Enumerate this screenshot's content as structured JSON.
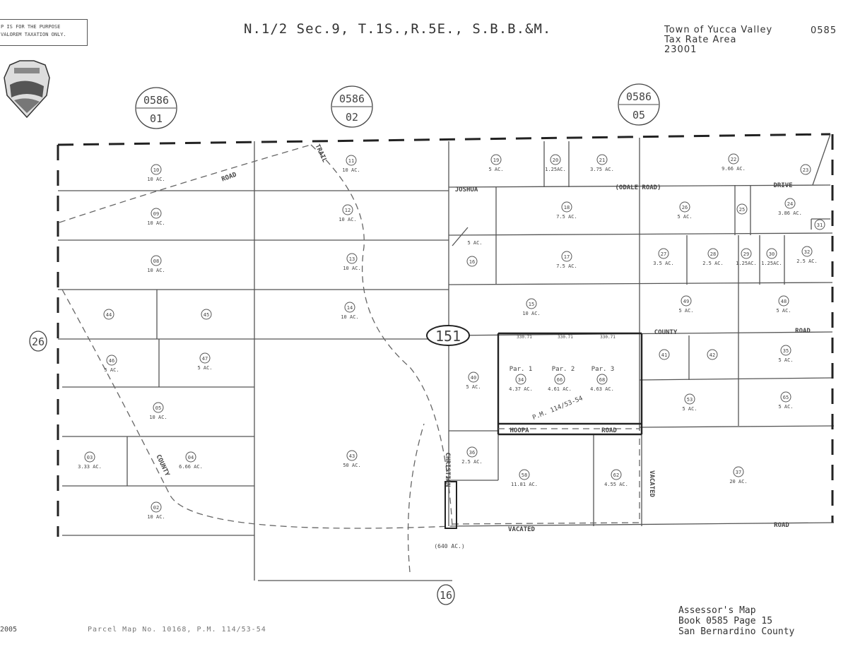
{
  "header": {
    "disclaimer_line1": "P IS FOR THE PURPOSE",
    "disclaimer_line2": "VALOREM TAXATION ONLY.",
    "title": "N.1/2 Sec.9, T.1S.,R.5E., S.B.B.&M.",
    "town": "Town of Yucca Valley",
    "tax_rate_label": "Tax Rate Area",
    "tax_rate_area": "23001",
    "book_number": "0585"
  },
  "seal": {
    "icon": "county-seal-icon"
  },
  "adjacent_refs": [
    {
      "book": "0586",
      "page": "01"
    },
    {
      "book": "0586",
      "page": "02"
    },
    {
      "book": "0586",
      "page": "05"
    }
  ],
  "section_refs": {
    "west": "26",
    "south": "16",
    "road_number": "151"
  },
  "parcels": [
    {
      "num": "10",
      "acres": "10 AC."
    },
    {
      "num": "11",
      "acres": "10 AC."
    },
    {
      "num": "09",
      "acres": "10 AC."
    },
    {
      "num": "12",
      "acres": "10 AC."
    },
    {
      "num": "08",
      "acres": "10 AC."
    },
    {
      "num": "13",
      "acres": "10 AC."
    },
    {
      "num": "44",
      "acres": ""
    },
    {
      "num": "45",
      "acres": ""
    },
    {
      "num": "14",
      "acres": "10 AC."
    },
    {
      "num": "46",
      "acres": "5 AC."
    },
    {
      "num": "47",
      "acres": "5 AC."
    },
    {
      "num": "05",
      "acres": "10 AC."
    },
    {
      "num": "03",
      "acres": "3.33 AC."
    },
    {
      "num": "04",
      "acres": "6.66 AC."
    },
    {
      "num": "43",
      "acres": "50 AC."
    },
    {
      "num": "02",
      "acres": "10 AC."
    },
    {
      "num": "19",
      "acres": "5 AC."
    },
    {
      "num": "20",
      "acres": "1.25AC."
    },
    {
      "num": "21",
      "acres": "3.75 AC."
    },
    {
      "num": "22",
      "acres": "9.66 AC."
    },
    {
      "num": "23",
      "acres": ""
    },
    {
      "num": "18",
      "acres": "7.5 AC."
    },
    {
      "num": "26",
      "acres": "5 AC."
    },
    {
      "num": "25",
      "acres": ""
    },
    {
      "num": "24",
      "acres": "3.86 AC."
    },
    {
      "num": "31",
      "acres": ""
    },
    {
      "num": "16",
      "acres": ""
    },
    {
      "num": "17",
      "acres": "7.5 AC."
    },
    {
      "num": "27",
      "acres": "3.5 AC."
    },
    {
      "num": "28",
      "acres": "2.5 AC."
    },
    {
      "num": "29",
      "acres": "1.25AC."
    },
    {
      "num": "30",
      "acres": "1.25AC."
    },
    {
      "num": "32",
      "acres": "2.5 AC."
    },
    {
      "num": "15",
      "acres": "10 AC."
    },
    {
      "num": "49",
      "acres": "5 AC."
    },
    {
      "num": "48",
      "acres": "5 AC."
    },
    {
      "num": "40",
      "acres": "5 AC."
    },
    {
      "num": "34",
      "acres": "4.37 AC."
    },
    {
      "num": "66",
      "acres": "4.61 AC."
    },
    {
      "num": "68",
      "acres": "4.63 AC."
    },
    {
      "num": "41",
      "acres": ""
    },
    {
      "num": "42",
      "acres": ""
    },
    {
      "num": "35",
      "acres": "5 AC."
    },
    {
      "num": "53",
      "acres": "5 AC."
    },
    {
      "num": "65",
      "acres": "5 AC."
    },
    {
      "num": "36",
      "acres": "2.5 AC."
    },
    {
      "num": "58",
      "acres": "11.81 AC."
    },
    {
      "num": "62",
      "acres": "4.55 AC."
    },
    {
      "num": "37",
      "acres": "20 AC."
    }
  ],
  "parcel16_acres": "5 AC.",
  "parcel_map_labels": {
    "par1": "Par. 1",
    "par2": "Par. 2",
    "par3": "Par. 3",
    "pm_ref": "P.M. 114/53-54",
    "dim1": "330.71",
    "dim2": "330.71",
    "dim3": "330.71",
    "section_area": "(640 AC.)"
  },
  "road_labels": {
    "road_nw": "ROAD",
    "trail": "TRAIL",
    "joshua": "JOSHUA",
    "odale": "(ODALE ROAD)",
    "drive": "DRIVE",
    "county": "COUNTY",
    "county_road": "ROAD",
    "hoopa": "HOOPA",
    "hoopa_road": "ROAD",
    "vacated_v": "VACATED",
    "vacated_h": "VACATED",
    "south_road": "ROAD",
    "county_sw": "COUNTY",
    "christian": "CHRISTIAN"
  },
  "footer": {
    "date": "2005",
    "parcel_map_ref": "Parcel Map No. 10168, P.M. 114/53-54",
    "assessor_line1": "Assessor's Map",
    "assessor_line2": "Book 0585 Page 15",
    "assessor_line3": "San Bernardino County"
  }
}
